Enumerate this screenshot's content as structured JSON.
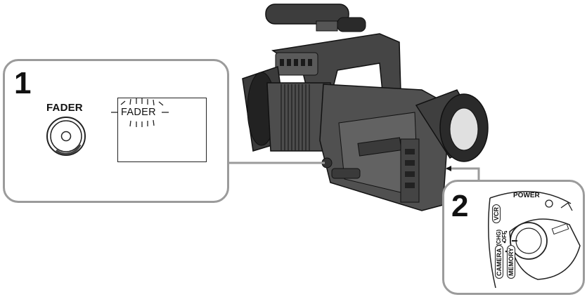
{
  "step1": {
    "number": "1",
    "fader_button_label": "FADER",
    "lcd_text": "FADER"
  },
  "step2": {
    "number": "2",
    "power_label": "POWER",
    "dial_positions": {
      "vcr": "VCR",
      "off": "OFF",
      "chg": "(CHG)",
      "camera": "CAMERA",
      "memory": "MEMORY"
    }
  },
  "colors": {
    "panel_border": "#9b9b9b",
    "line_art": "#222222",
    "camera_body": "#4a4a4a",
    "camera_dark": "#1e1e1e"
  }
}
